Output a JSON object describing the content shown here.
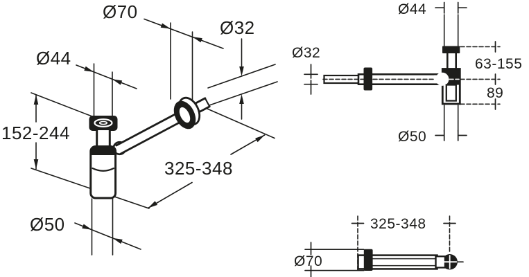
{
  "drawing": {
    "kind": "technical dimension drawing",
    "subject": "bottle trap siphon with wall connection",
    "line_color": "#1d1d1b",
    "background_color": "#ffffff",
    "views": {
      "side": {
        "name": "side view",
        "labels": {
          "flange_diameter": "Ø70",
          "outlet_pipe_diameter": "Ø32",
          "inlet_diameter": "Ø44",
          "height_range": "152-244",
          "length_range": "325-348",
          "body_diameter": "Ø50"
        }
      },
      "front": {
        "name": "front view",
        "labels": {
          "inlet_diameter": "Ø44",
          "outlet_pipe_diameter": "Ø32",
          "wall_distance_range": "63-155",
          "center_to_bottom": "89",
          "body_diameter": "Ø50"
        }
      },
      "top": {
        "name": "top view",
        "labels": {
          "length_range": "325-348",
          "flange_diameter": "Ø70"
        }
      }
    }
  }
}
